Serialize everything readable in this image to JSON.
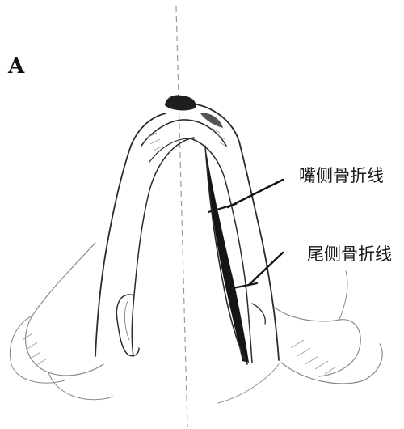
{
  "figure": {
    "panel_label": "A",
    "callouts": [
      {
        "label": "嘴侧骨折线"
      },
      {
        "label": "尾侧骨折线"
      }
    ]
  }
}
